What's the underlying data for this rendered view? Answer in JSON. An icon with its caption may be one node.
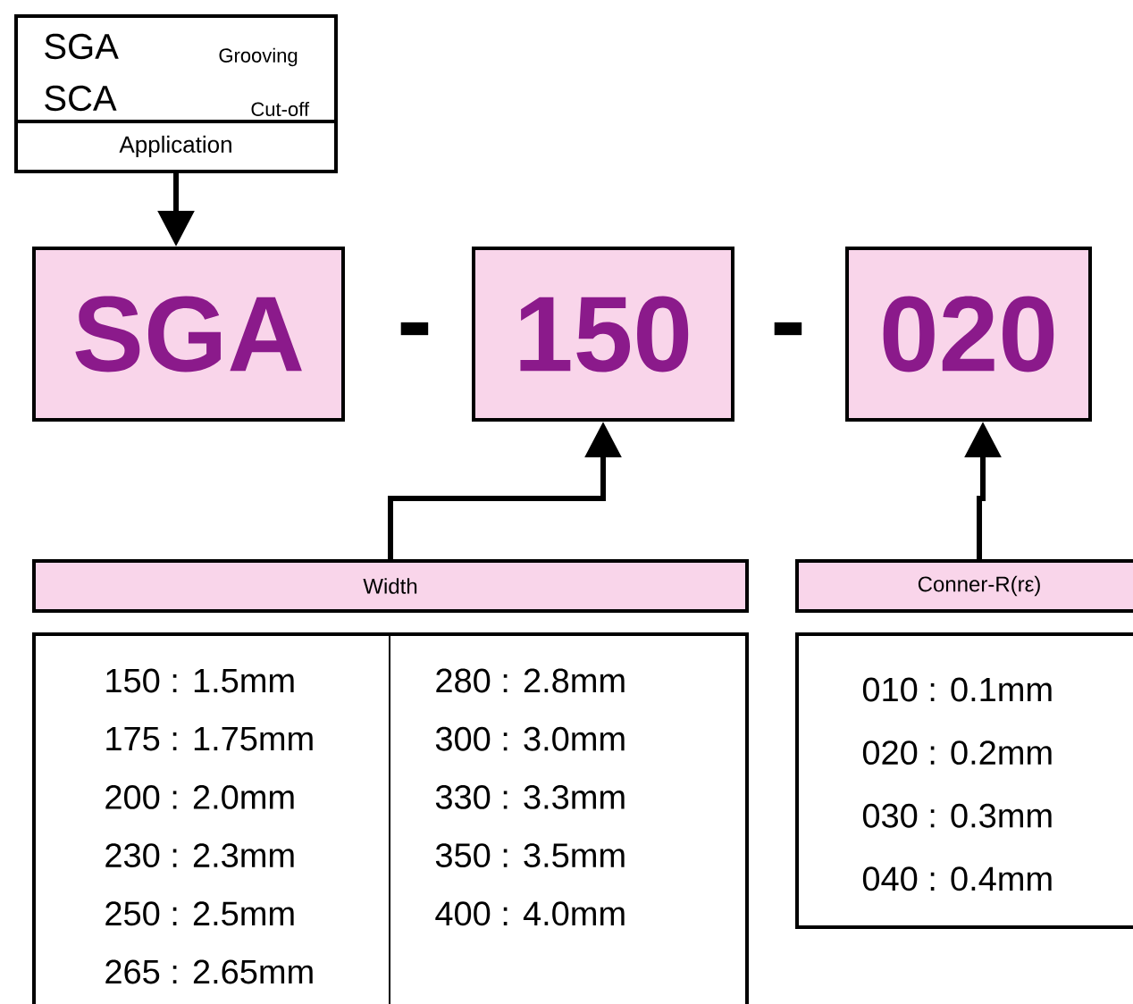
{
  "diagram": {
    "nodes": [
      {
        "text": [
          "SGA",
          "Grooving",
          "SCA",
          "Cut-off"
        ]
      },
      {
        "text": [
          "Application"
        ]
      },
      {
        "text": [
          "SGA"
        ]
      },
      {
        "text": [
          "150"
        ]
      },
      {
        "text": [
          "020"
        ]
      },
      {
        "text": [
          "Width"
        ]
      },
      {
        "text": [
          "150 : 1.5mm",
          "175 : 1.75mm",
          "200 : 2.0mm",
          "230 : 2.3mm",
          "250 : 2.5mm",
          "265 : 2.65mm",
          "280 : 2.8mm",
          "300 : 3.0mm",
          "330 : 3.3mm",
          "350 : 3.5mm",
          "400 : 4.0mm"
        ]
      },
      {
        "text": [
          "Conner-R(rε)"
        ]
      },
      {
        "text": [
          "010 : 0.1mm",
          "020 : 0.2mm",
          "030 : 0.3mm",
          "040 : 0.4mm"
        ]
      }
    ],
    "edges": [
      {
        "from": 1,
        "to": 2,
        "arrow": "to"
      },
      {
        "from": 5,
        "to": 3,
        "arrow": "to"
      },
      {
        "from": 7,
        "to": 4,
        "arrow": "to"
      }
    ],
    "labels": [
      "-",
      "-"
    ]
  }
}
